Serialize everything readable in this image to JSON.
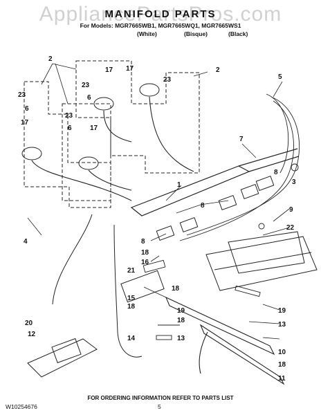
{
  "header": {
    "title": "MANIFOLD PARTS",
    "models": "For Models: MGR7665WB1, MGR7665WQ1, MGR7665WS1",
    "color_white": "(White)",
    "color_bisque": "(Bisque)",
    "color_black": "(Black)"
  },
  "watermark": "AppliancePartsPros.com",
  "callouts": [
    "2",
    "17",
    "23",
    "6",
    "17",
    "23",
    "2",
    "5",
    "23",
    "6",
    "17",
    "23",
    "6",
    "17",
    "7",
    "8",
    "3",
    "1",
    "9",
    "8",
    "22",
    "4",
    "8",
    "18",
    "16",
    "21",
    "18",
    "15",
    "18",
    "19",
    "20",
    "12",
    "19",
    "13",
    "18",
    "14",
    "13",
    "10",
    "18",
    "11"
  ],
  "footer": {
    "ordering_info": "FOR ORDERING INFORMATION REFER TO PARTS LIST",
    "doc_number": "W10254676",
    "page_number": "5"
  }
}
